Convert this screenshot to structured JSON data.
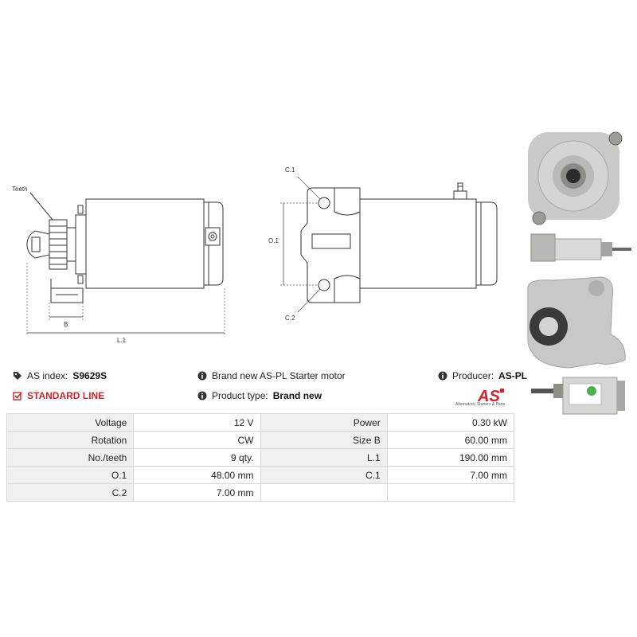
{
  "drawing": {
    "left_labels": {
      "teeth": "Teeth",
      "b": "B",
      "l1": "L.1"
    },
    "right_labels": {
      "c1": "C.1",
      "o1": "O.1",
      "c2": "C.2"
    }
  },
  "info": {
    "as_index_label": "AS index:",
    "as_index_value": "S9629S",
    "standard_line": "STANDARD LINE",
    "description": "Brand new AS-PL Starter motor",
    "product_type_label": "Product type:",
    "product_type_value": "Brand new",
    "producer_label": "Producer:",
    "producer_value": "AS-PL"
  },
  "logo": {
    "text": "AS",
    "tagline": "Alternators, Starters & Parts"
  },
  "specs": [
    [
      "Voltage",
      "12 V",
      "Power",
      "0.30 kW"
    ],
    [
      "Rotation",
      "CW",
      "Size B",
      "60.00 mm"
    ],
    [
      "No./teeth",
      "9 qty.",
      "L.1",
      "190.00 mm"
    ],
    [
      "O.1",
      "48.00 mm",
      "C.1",
      "7.00 mm"
    ],
    [
      "C.2",
      "7.00 mm",
      "",
      ""
    ]
  ],
  "icons": [
    "tag-icon",
    "info-icon",
    "info-icon",
    "info-icon",
    "checkbox-icon"
  ],
  "colors": {
    "accent": "#d2232a",
    "label_bg": "#f0f0f0",
    "border": "#d6d6d6"
  }
}
